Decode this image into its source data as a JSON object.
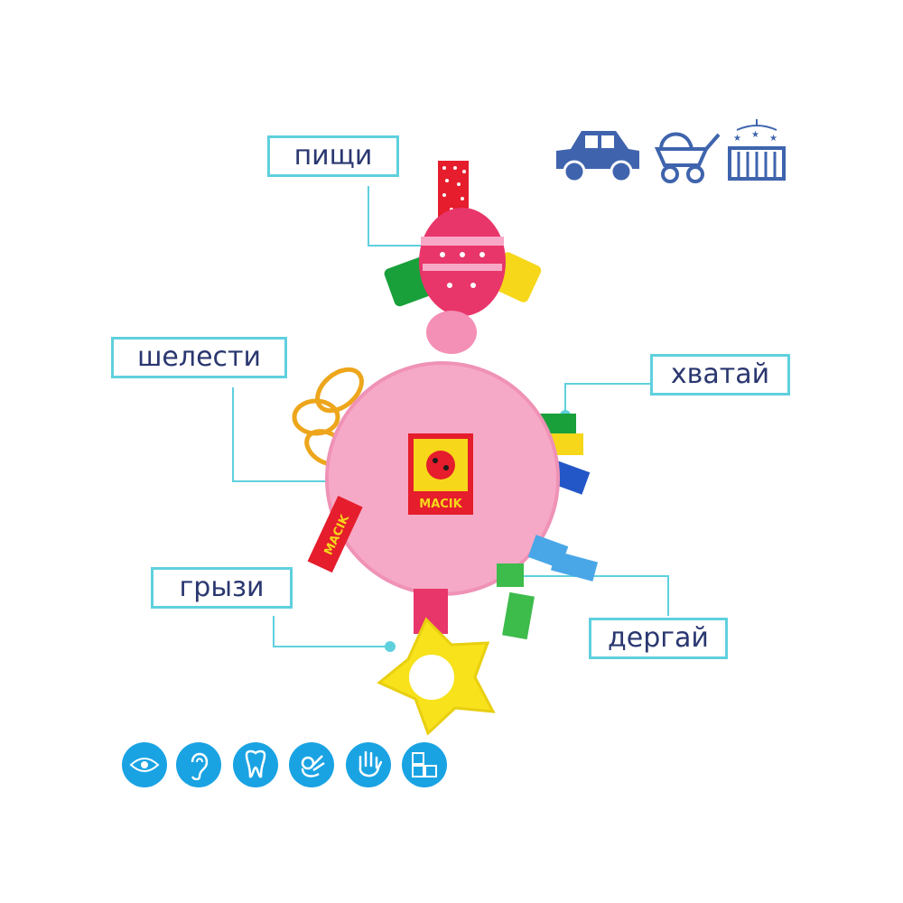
{
  "labels": {
    "squeak": "пищи",
    "rustle": "шелести",
    "grab": "хватай",
    "chew": "грызи",
    "pull": "дергай"
  },
  "brand": {
    "patch_text": "MACIK",
    "tag_text": "MACIK"
  },
  "usage_icons": [
    "car-icon",
    "stroller-icon",
    "crib-mobile-icon"
  ],
  "skill_icons": [
    "eye-icon",
    "ear-icon",
    "tooth-icon",
    "hand-gesture-icon",
    "palm-icon",
    "blocks-icon"
  ],
  "colors": {
    "label_border": "#5fd0de",
    "label_text": "#2a3770",
    "usage_icon": "#3f64ad",
    "skill_circle": "#1aa3e3",
    "toy_body": "#f6a9c6",
    "teether": "#f7e21c"
  }
}
